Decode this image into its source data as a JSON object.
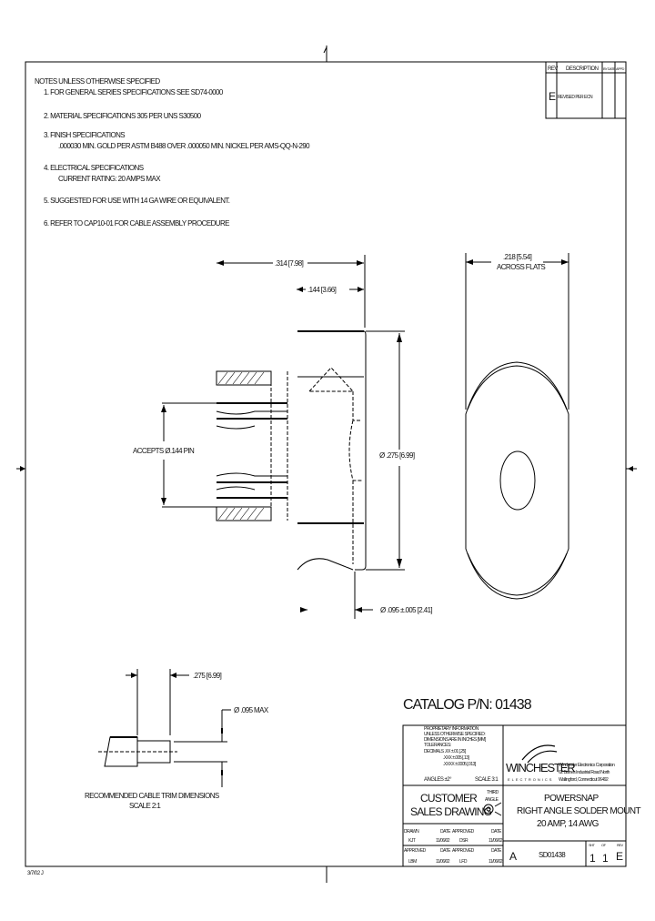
{
  "notes": {
    "heading": "NOTES UNLESS OTHERWISE SPECIFIED",
    "items": [
      "1. FOR GENERAL SERIES SPECIFICATIONS SEE SD74-0000",
      "2. MATERIAL SPECIFICATIONS 305 PER UNS S30500",
      "3. FINISH SPECIFICATIONS",
      ".000030 MIN. GOLD PER ASTM B488 OVER .000050 MIN. NICKEL PER AMS-QQ-N-290",
      "4. ELECTRICAL SPECIFICATIONS",
      "CURRENT RATING: 20 AMPS MAX",
      "5. SUGGESTED FOR USE WITH 14 GA WIRE OR EQUIVALENT.",
      "6. REFER TO CAP10-01 FOR CABLE ASSEMBLY PROCEDURE"
    ]
  },
  "revision_block": {
    "headers": [
      "REV",
      "DESCRIPTION",
      "BY DATE",
      "APPD"
    ],
    "rows": [
      {
        "rev": "E",
        "description": "REVISED PER ECN",
        "by_date": "",
        "appd": ""
      }
    ]
  },
  "dimensions": {
    "overall_length": ".314 [7.98]",
    "flange_length": ".144 [3.66]",
    "outer_diameter": "Ø .275 [6.99]",
    "accepts_pin": "ACCEPTS Ø.144 PIN",
    "wire_diameter": "Ø .095 ±.005 [2.41]",
    "across_flats_value": ".218 [5.54]",
    "across_flats_label": "ACROSS FLATS",
    "strip_length": ".275 [6.99]",
    "cable_max_diameter": "Ø .095 MAX"
  },
  "cable_trim": {
    "title": "RECOMMENDED CABLE TRIM DIMENSIONS",
    "scale": "SCALE 2:1"
  },
  "catalog_pn": "CATALOG P/N: 01438",
  "title_block": {
    "tolerances": [
      "PROPRIETARY INFORMATION",
      "UNLESS OTHERWISE SPECIFIED:",
      "DIMENSIONS ARE IN INCHES [MM]",
      "TOLERANCES:",
      "DECIMALS .XX ±.01 [.25]",
      ".XXX ±.005 [.13]",
      ".XXXX ±.0005 [.013]"
    ],
    "angles": "ANGLES ±2°",
    "scale": "SCALE 3:1",
    "company_logo": "WINCHESTER",
    "company_logo_sub": "ELECTRONICS",
    "company_name": "Winchester Electronics Corporation",
    "company_address1": "62 Barnes Industrial Road North",
    "company_address2": "Wallingford, Connecticut 06492",
    "drawing_type1": "CUSTOMER",
    "drawing_type2": "SALES DRAWING",
    "projection1": "THIRD",
    "projection2": "ANGLE",
    "title1": "POWERSNAP",
    "title2": "RIGHT ANGLE SOLDER MOUNT",
    "title3": "20 AMP, 14 AWG",
    "drawn_label": "DRAWN",
    "drawn_by": "KJT",
    "date_label": "DATE",
    "drawn_date": "11/06/02",
    "approved_label": "APPROVED",
    "approved_by": "DSR",
    "approved_date": "11/06/02",
    "approved2_label": "APPROVED",
    "approved2_by": "LBM",
    "approved2_date": "11/06/02",
    "approved3_by": "LFD",
    "approved3_date": "11/06/02",
    "size": "A",
    "part_number": "SD01438",
    "sheet_label": "SHT",
    "of_label": "OF",
    "rev_label": "REV",
    "sheet": "1",
    "of": "1",
    "rev": "E"
  },
  "footer_code": "3/7/02 J"
}
